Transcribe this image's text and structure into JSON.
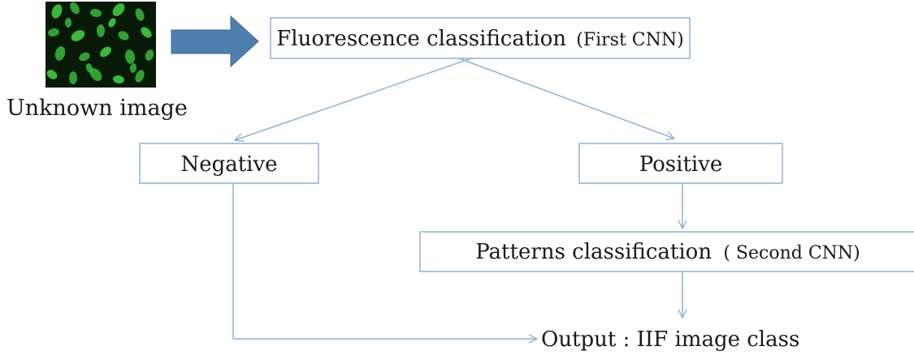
{
  "input": {
    "image_caption": "Unknown image"
  },
  "nodes": {
    "first_cnn": {
      "label": "Fluorescence classification",
      "suffix": "(First CNN)"
    },
    "negative": {
      "label": "Negative"
    },
    "positive": {
      "label": "Positive"
    },
    "second_cnn": {
      "label": "Patterns classification",
      "suffix": "( Second CNN)"
    },
    "output": {
      "label": "Output : IIF image class"
    }
  },
  "colors": {
    "box_border": "#8eb3d6",
    "arrow_line": "#8eb3d6",
    "block_arrow_fill": "#4f7fae",
    "cell_fluorescence": "#3fbf3f",
    "image_background": "#071a07"
  }
}
